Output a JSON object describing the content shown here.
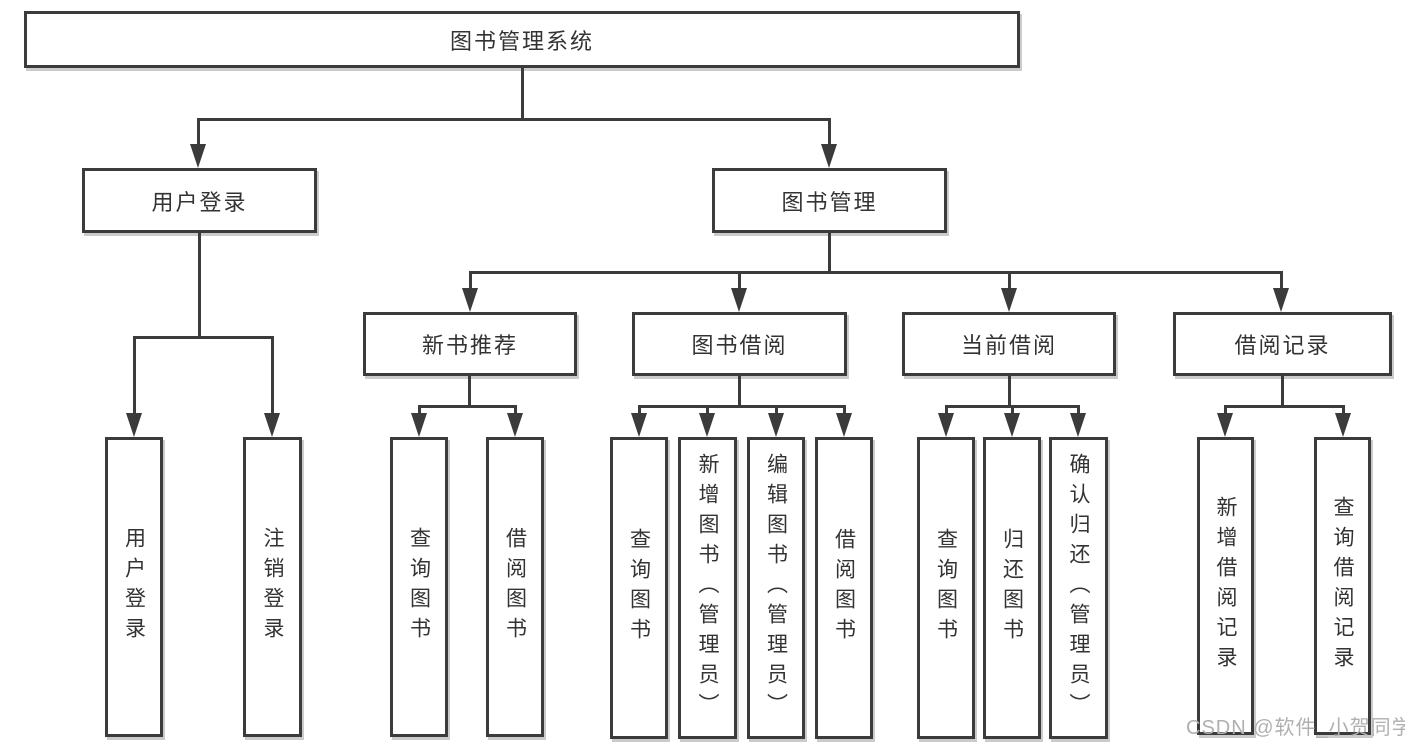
{
  "diagram": {
    "root": {
      "label": "图书管理系统"
    },
    "branches": [
      {
        "label": "用户登录",
        "children": [
          {
            "label": "用户登录"
          },
          {
            "label": "注销登录"
          }
        ]
      },
      {
        "label": "图书管理",
        "children": [
          {
            "label": "新书推荐",
            "children": [
              {
                "label": "查询图书"
              },
              {
                "label": "借阅图书"
              }
            ]
          },
          {
            "label": "图书借阅",
            "children": [
              {
                "label": "查询图书"
              },
              {
                "label": "新增图书（管理员）"
              },
              {
                "label": "编辑图书（管理员）"
              },
              {
                "label": "借阅图书"
              }
            ]
          },
          {
            "label": "当前借阅",
            "children": [
              {
                "label": "查询图书"
              },
              {
                "label": "归还图书"
              },
              {
                "label": "确认归还（管理员）"
              }
            ]
          },
          {
            "label": "借阅记录",
            "children": [
              {
                "label": "新增借阅记录"
              },
              {
                "label": "查询借阅记录"
              }
            ]
          }
        ]
      }
    ]
  },
  "watermark": "CSDN @软件_小贺同学",
  "colors": {
    "line": "#3b3b3b",
    "text": "#333333",
    "watermark": "#b0b0b0",
    "background": "#ffffff"
  }
}
